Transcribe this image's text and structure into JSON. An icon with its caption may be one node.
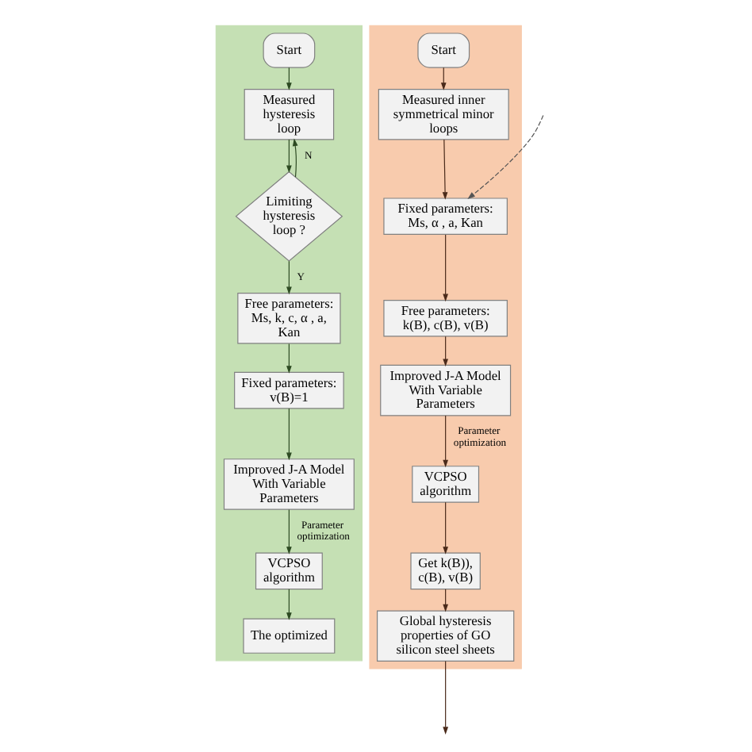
{
  "diagram": {
    "nodes": [
      {
        "text": [],
        "shape": "box"
      },
      {
        "text": [
          "Start"
        ],
        "in": 0
      },
      {
        "text": [
          "Measured hysteresis loop"
        ],
        "in": 0
      },
      {
        "text": [
          "Limiting hysteresis loop ?"
        ],
        "in": 0
      },
      {
        "text": [
          "Free parameters: Ms, k, c, α , a, Kan"
        ],
        "in": 0
      },
      {
        "text": [
          "Fixed parameters: v(B)=1"
        ],
        "in": 0
      },
      {
        "text": [
          "Improved J-A Model With Variable Parameters"
        ],
        "in": 0
      },
      {
        "text": [
          "VCPSO algorithm"
        ],
        "in": 0
      },
      {
        "text": [
          "The optimized"
        ],
        "in": 0
      },
      {
        "text": [],
        "shape": "box"
      },
      {
        "text": [
          "Start"
        ],
        "in": 9
      },
      {
        "text": [
          "Measured inner symmetrical minor loops"
        ],
        "in": 9
      },
      {
        "text": [
          "Fixed parameters: Ms, α , a, Kan"
        ],
        "in": 9
      },
      {
        "text": [
          "Free parameters: k(B), c(B), v(B)"
        ],
        "in": 9
      },
      {
        "text": [
          "Improved J-A Model With Variable Parameters"
        ],
        "in": 9
      },
      {
        "text": [
          "VCPSO algorithm"
        ],
        "in": 9
      },
      {
        "text": [
          "Get k(B)), c(B), v(B)"
        ],
        "in": 9
      },
      {
        "text": [
          "Global hysteresis properties of GO silicon steel sheets"
        ],
        "in": 9
      }
    ],
    "edges": [
      {
        "from": 1,
        "to": 2,
        "arrow": "to",
        "color": "#2d4a22"
      },
      {
        "from": 2,
        "to": 3,
        "arrow": "to",
        "color": "#2d4a22"
      },
      {
        "from": 3,
        "to": 2,
        "arrow": "to",
        "label": "N",
        "color": "#2d4a22"
      },
      {
        "from": 3,
        "to": 4,
        "arrow": "to",
        "label": "Y",
        "color": "#2d4a22"
      },
      {
        "from": 4,
        "to": 5,
        "arrow": "to",
        "color": "#2d4a22"
      },
      {
        "from": 5,
        "to": 6,
        "arrow": "to",
        "color": "#2d4a22"
      },
      {
        "from": 6,
        "to": 7,
        "arrow": "to",
        "label": "Parameter optimization",
        "color": "#2d4a22"
      },
      {
        "from": 7,
        "to": 8,
        "arrow": "to",
        "color": "#2d4a22"
      },
      {
        "from": null,
        "to": 12,
        "arrow": "to",
        "style": "dashed",
        "color": "#555555"
      },
      {
        "from": 10,
        "to": 11,
        "arrow": "to"
      },
      {
        "from": 11,
        "to": 12,
        "arrow": "to"
      },
      {
        "from": 12,
        "to": 13,
        "arrow": "to"
      },
      {
        "from": 13,
        "to": 14,
        "arrow": "to"
      },
      {
        "from": 14,
        "to": 15,
        "arrow": "to",
        "label": "Parameter optimization"
      },
      {
        "from": 15,
        "to": 16,
        "arrow": "to"
      },
      {
        "from": 16,
        "to": 17,
        "arrow": "to"
      },
      {
        "from": 17,
        "to": null,
        "arrow": "to"
      }
    ]
  }
}
